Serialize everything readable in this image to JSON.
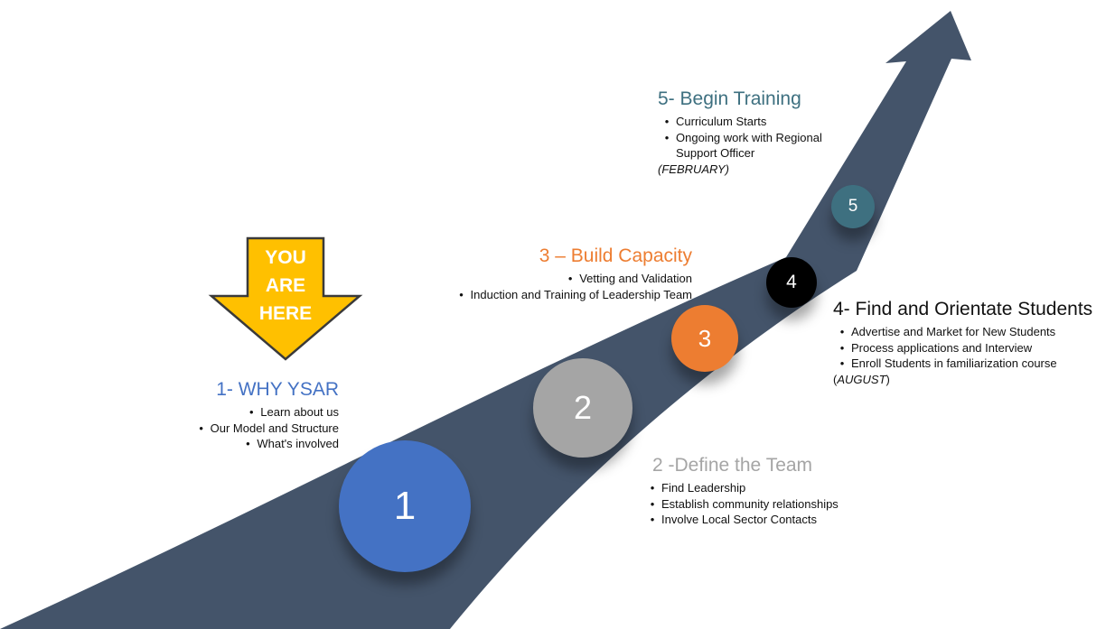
{
  "arrow": {
    "lines": [
      "YOU",
      "ARE",
      "HERE"
    ]
  },
  "steps": [
    {
      "number": "1",
      "title": "1- WHY YSAR",
      "items": [
        "Learn about us",
        "Our Model and Structure",
        "What's involved"
      ],
      "color": "#4472c4"
    },
    {
      "number": "2",
      "title": "2 -Define the Team",
      "items": [
        "Find Leadership",
        "Establish community relationships",
        "Involve Local Sector Contacts"
      ],
      "color": "#a5a5a5"
    },
    {
      "number": "3",
      "title": "3 – Build Capacity",
      "items": [
        "Vetting and Validation",
        "Induction and Training of Leadership Team"
      ],
      "color": "#ed7d31"
    },
    {
      "number": "4",
      "title": "4- Find and Orientate Students",
      "items": [
        "Advertise and Market for New Students",
        "Process applications and Interview",
        "Enroll Students in familiarization course"
      ],
      "note_prefix": "(",
      "note_text": "AUGUST",
      "note_suffix": ")",
      "color": "#000000"
    },
    {
      "number": "5",
      "title": "5- Begin Training",
      "items": [
        "Curriculum Starts",
        "Ongoing work with Regional",
        "Support Officer"
      ],
      "note_text": "(FEBRUARY)",
      "color": "#3e7080"
    }
  ],
  "colors": {
    "road": "#44546a",
    "arrow_fill": "#ffc000",
    "step4_title": "#111111"
  }
}
